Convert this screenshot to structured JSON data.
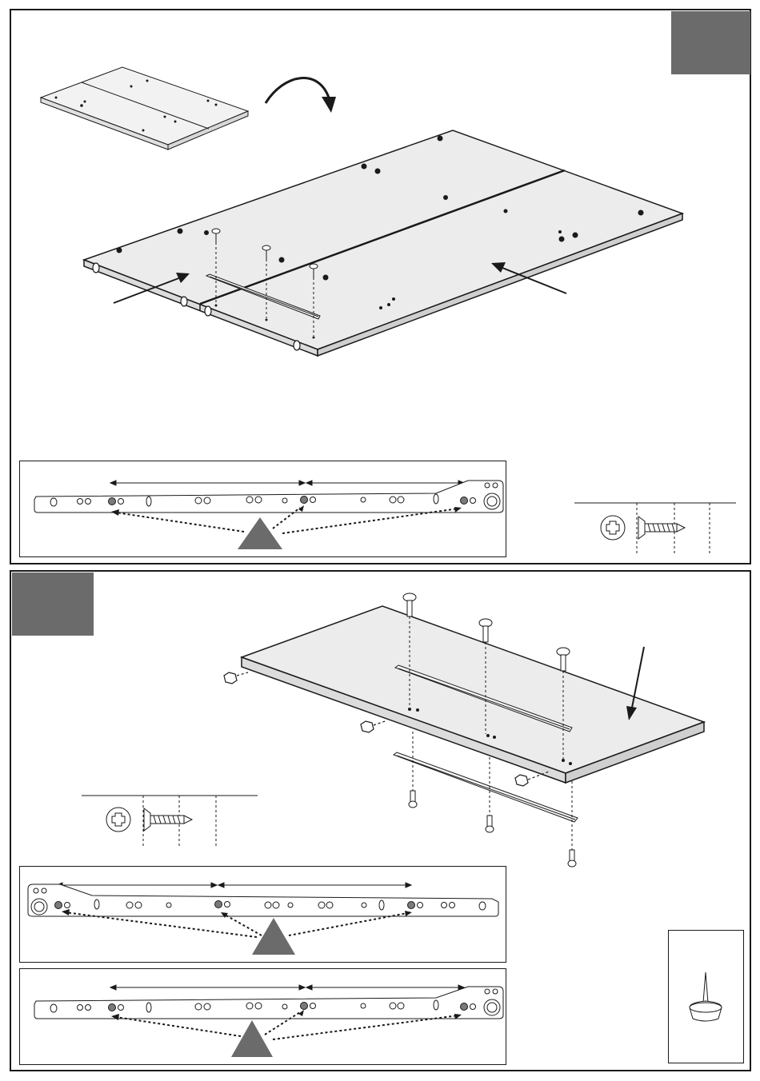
{
  "document": {
    "type": "assembly-instructions",
    "steps": [
      {
        "badge_color": "#6b6b6b",
        "components": [
          "panel-flip-arrow",
          "two-part-panel",
          "drawer-rail",
          "screw",
          "rail-hole-detail",
          "screw-size-gauge"
        ]
      },
      {
        "badge_color": "#6b6b6b",
        "components": [
          "panel-with-rails",
          "screw",
          "cam-dowel",
          "screw-size-gauge",
          "rail-hole-detail-left",
          "rail-hole-detail-right",
          "felt-pad-detail"
        ]
      }
    ],
    "colors": {
      "line": "#1a1a1a",
      "panel_face": "#ececec",
      "rail_highlight": "#7a7a7a",
      "badge": "#6b6b6b"
    },
    "icons": [
      "curved-arrow-icon",
      "pointer-arrow-icon",
      "screw-icon",
      "phillips-head-icon",
      "triangle-marker-icon",
      "felt-pad-icon"
    ]
  }
}
